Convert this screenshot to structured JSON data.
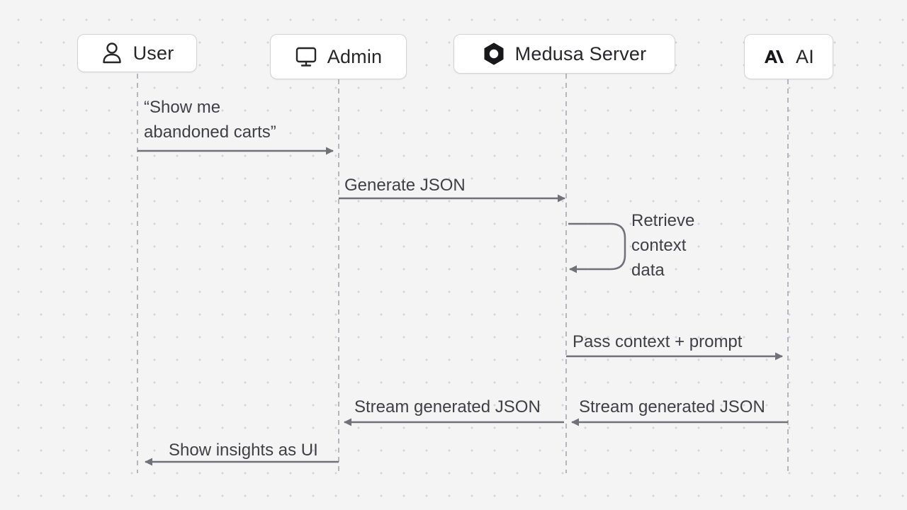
{
  "participants": {
    "user": {
      "title": "User",
      "icon": "user-icon"
    },
    "admin": {
      "title": "Admin",
      "icon": "monitor-icon"
    },
    "server": {
      "title": "Medusa Server",
      "icon": "medusa-hexagon-icon"
    },
    "ai": {
      "title": "AI",
      "icon": "anthropic-icon"
    }
  },
  "messages": {
    "m1": {
      "line1": "“Show me",
      "line2": "abandoned carts”"
    },
    "m2": {
      "text": "Generate JSON"
    },
    "m3": {
      "line1": "Retrieve",
      "line2": "context",
      "line3": "data"
    },
    "m4": {
      "text": "Pass context + prompt"
    },
    "m5": {
      "text": "Stream generated JSON"
    },
    "m6": {
      "text": "Stream generated JSON"
    },
    "m7": {
      "text": "Show insights as UI"
    }
  },
  "colors": {
    "background": "#f4f4f5",
    "line": "#71717a",
    "box_border": "#d4d4d8",
    "text": "#3f3f46"
  }
}
